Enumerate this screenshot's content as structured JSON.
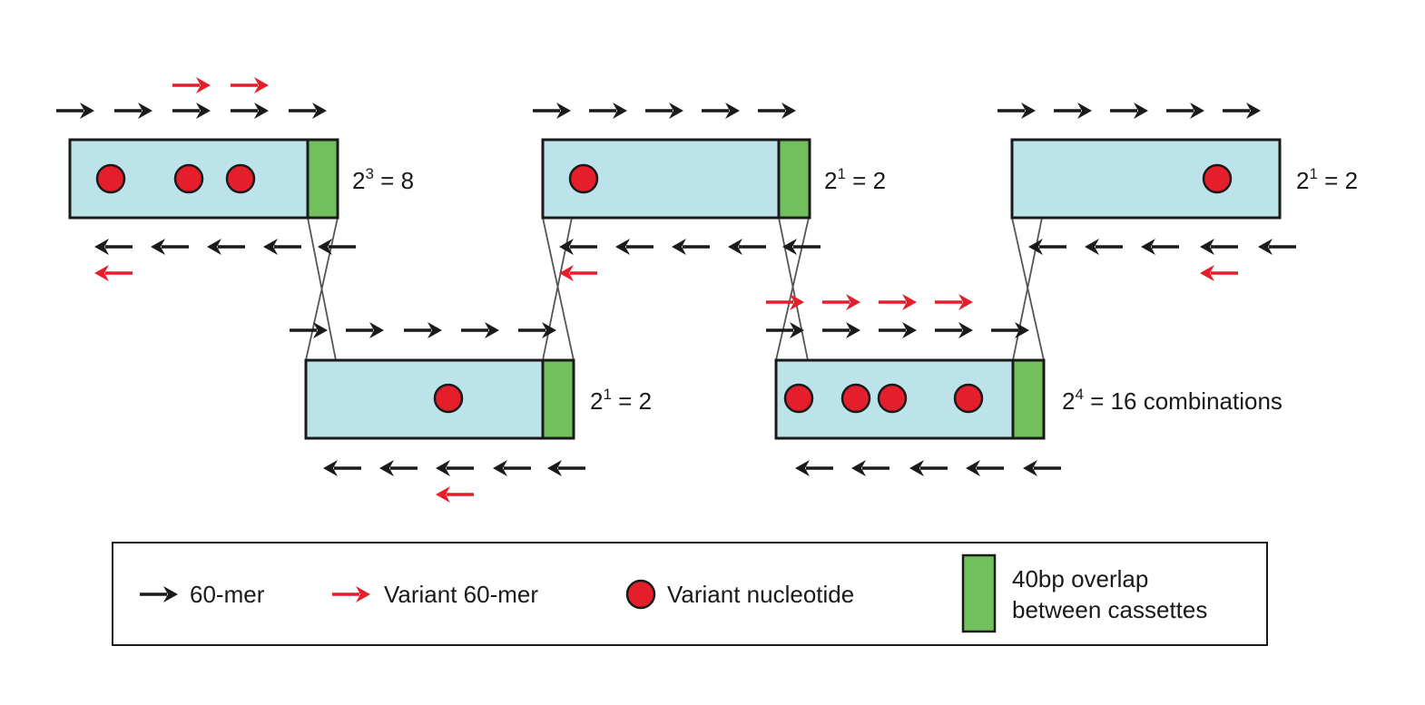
{
  "colors": {
    "cassette_fill": "#bde3ea",
    "overlap_fill": "#72c05d",
    "variant_red": "#e41e2b",
    "oligo_black": "#1a1a1a",
    "outline": "#1a1a1a"
  },
  "cassettes": [
    {
      "id": "c1",
      "variant_count": 3,
      "label_base": "2",
      "label_exp": "3",
      "label_rest": " = 8",
      "has_overlap": true
    },
    {
      "id": "c2",
      "variant_count": 1,
      "label_base": "2",
      "label_exp": "1",
      "label_rest": " = 2",
      "has_overlap": true
    },
    {
      "id": "c3",
      "variant_count": 1,
      "label_base": "2",
      "label_exp": "1",
      "label_rest": " = 2",
      "has_overlap": true
    },
    {
      "id": "c4",
      "variant_count": 4,
      "label_base": "2",
      "label_exp": "4",
      "label_rest": " = 16 combinations",
      "has_overlap": true
    },
    {
      "id": "c5",
      "variant_count": 1,
      "label_base": "2",
      "label_exp": "1",
      "label_rest": " = 2",
      "has_overlap": false
    }
  ],
  "legend": {
    "oligo": "60-mer",
    "variant_oligo": "Variant 60-mer",
    "variant_nucleotide": "Variant nucleotide",
    "overlap_line1": "40bp overlap",
    "overlap_line2": "between cassettes"
  }
}
